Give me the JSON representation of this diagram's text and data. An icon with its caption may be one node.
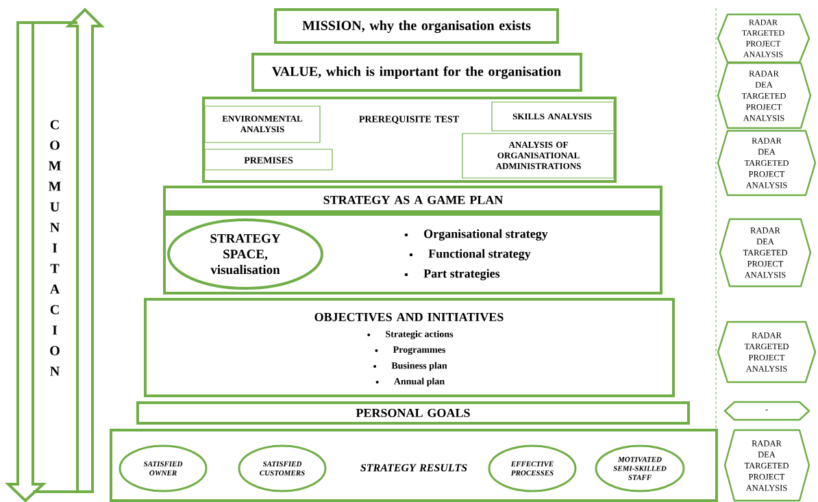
{
  "diagram": {
    "nodes": [
      {
        "text": [
          "MISSION, why the organisation exists"
        ]
      },
      {
        "text": [
          "VALUE, which is important for the organisation"
        ]
      },
      {
        "text": [
          "PREREQUISITE TEST"
        ]
      },
      {
        "text": [
          "ENVIRONMENTAL ANALYSIS"
        ],
        "in": 2
      },
      {
        "text": [
          "PREMISES"
        ],
        "in": 2
      },
      {
        "text": [
          "SKILLS ANALYSIS"
        ],
        "in": 2
      },
      {
        "text": [
          "ANALYSIS OF ORGANISATIONAL ADMINISTRATIONS"
        ],
        "in": 2
      },
      {
        "text": [
          "STRATEGY AS A GAME PLAN"
        ]
      },
      {
        "text": [
          "Organisational strategy",
          "Functional strategy",
          "Part strategies"
        ]
      },
      {
        "text": [
          "STRATEGY SPACE, visualisation"
        ],
        "in": 8
      },
      {
        "text": [
          "OBJECTIVES AND INITIATIVES",
          "Strategic actions",
          "Programmes",
          "Business plan",
          "Annual plan"
        ]
      },
      {
        "text": [
          "PERSONAL GOALS"
        ]
      },
      {
        "text": [
          "STRATEGY RESULTS"
        ]
      },
      {
        "text": [
          "SATISFIED OWNER"
        ],
        "in": 12
      },
      {
        "text": [
          "SATISFIED CUSTOMERS"
        ],
        "in": 12
      },
      {
        "text": [
          "EFFECTIVE PROCESSES"
        ],
        "in": 12
      },
      {
        "text": [
          "MOTIVATED SEMI-SKILLED STAFF"
        ],
        "in": 12
      },
      {
        "text": [
          "COMMUNITACION"
        ]
      },
      {
        "text": [
          "RADAR TARGETED PROJECT ANALYSIS"
        ]
      },
      {
        "text": [
          "RADAR DEA TARGETED PROJECT ANALYSIS"
        ]
      },
      {
        "text": [
          "RADAR DEA TARGETED PROJECT ANALYSIS"
        ]
      },
      {
        "text": [
          "RADAR DEA TARGETED PROJECT ANALYSIS"
        ]
      },
      {
        "text": [
          "RADAR TARGETED PROJECT ANALYSIS"
        ]
      },
      {
        "text": [
          "-"
        ]
      },
      {
        "text": [
          "RADAR DEA TARGETED PROJECT ANALYSIS"
        ]
      }
    ]
  }
}
